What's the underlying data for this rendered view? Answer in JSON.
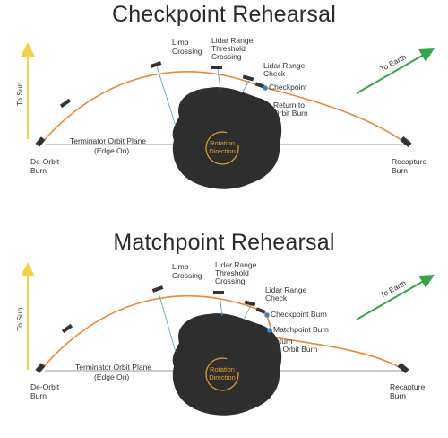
{
  "colors": {
    "trajectory": "#e9883a",
    "sun_arrow": "#f1d24a",
    "earth_arrow": "#3aa24a",
    "asteroid": "#2e2e2e",
    "rotation": "#e7a12a",
    "marker": "#3f86c6",
    "plane": "#555555"
  },
  "top": {
    "title": "Checkpoint Rehearsal",
    "to_sun": "To Sun",
    "to_earth": "To Earth",
    "deorbit": [
      "De-Orbit",
      "Burn"
    ],
    "recapture": [
      "Recapture",
      "Burn"
    ],
    "plane": [
      "Terminator Orbit Plane",
      "(Edge On)"
    ],
    "rotation": [
      "Rotation",
      "Direction"
    ],
    "limb": [
      "Limb",
      "Crossing"
    ],
    "lidar_threshold": [
      "Lidar Range",
      "Threshold",
      "Crossing"
    ],
    "lidar_check": [
      "Lidar Range",
      "Check"
    ],
    "checkpoint": "Checkpoint",
    "return_burn": [
      "Return to",
      "Orbit Burn"
    ]
  },
  "bottom": {
    "title": "Matchpoint Rehearsal",
    "to_sun": "To Sun",
    "to_earth": "To Earth",
    "deorbit": [
      "De-Orbit",
      "Burn"
    ],
    "recapture": [
      "Recapture",
      "Burn"
    ],
    "plane": [
      "Terminator Orbit Plane",
      "(Edge On)"
    ],
    "rotation": [
      "Rotation",
      "Direction"
    ],
    "limb": [
      "Limb",
      "Crossing"
    ],
    "lidar_threshold": [
      "Lidar Range",
      "Threshold",
      "Crossing"
    ],
    "lidar_check": [
      "Lidar Range",
      "Check"
    ],
    "checkpoint_burn": "Checkpoint Burn",
    "matchpoint_burn": "Matchpoint Burn",
    "return_burn": [
      "Return",
      "to Orbit Burn"
    ]
  }
}
